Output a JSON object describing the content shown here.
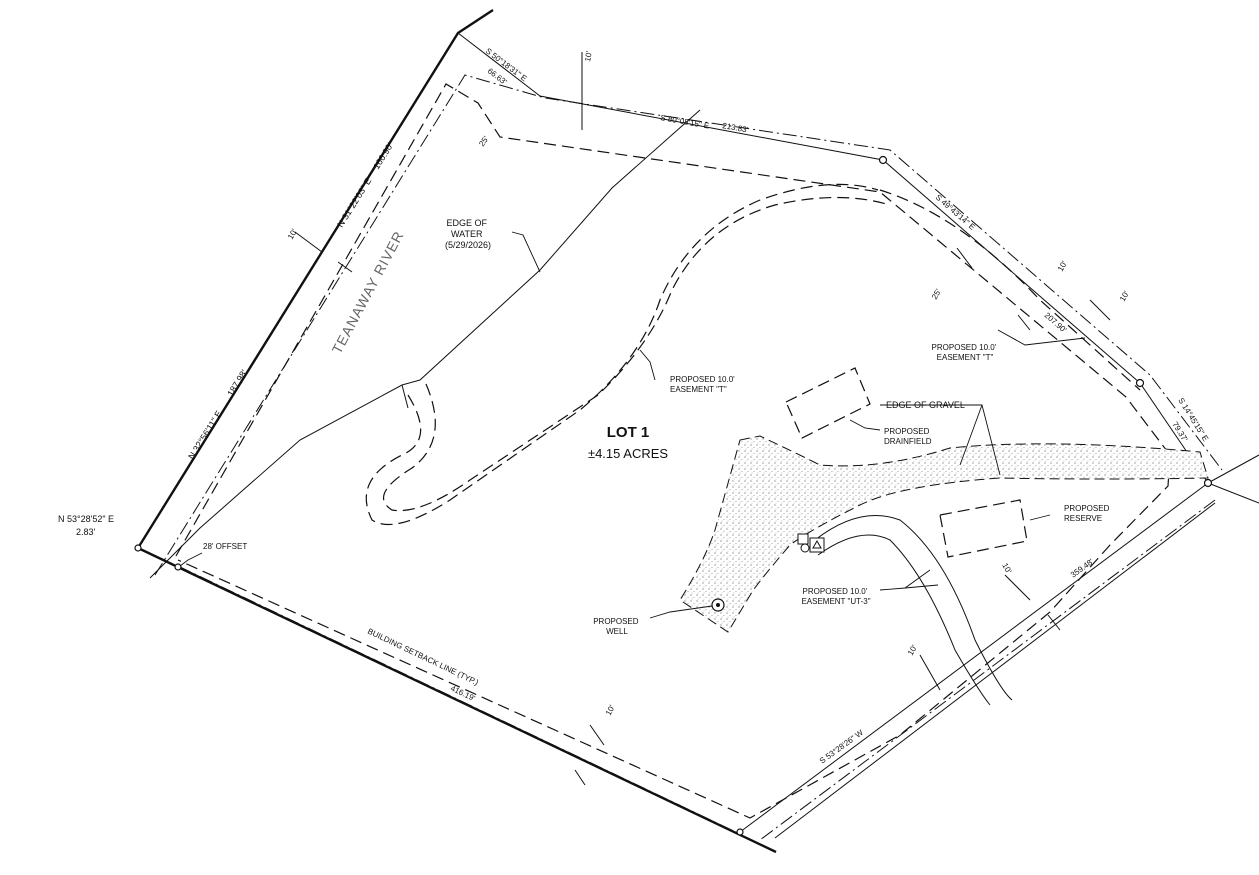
{
  "plat": {
    "lot_title": "LOT 1",
    "lot_area": "±4.15 ACRES",
    "river_name": "TEANAWAY RIVER",
    "edge_of_water": [
      "EDGE OF",
      "WATER",
      "(5/29/2026)"
    ],
    "easement_t_center": [
      "PROPOSED 10.0'",
      "EASEMENT \"T\""
    ],
    "easement_t_right": [
      "PROPOSED 10.0'",
      "EASEMENT \"T\""
    ],
    "easement_ut3": [
      "PROPOSED 10.0'",
      "EASEMENT \"UT-3\""
    ],
    "edge_of_gravel": "EDGE OF GRAVEL",
    "drainfield": [
      "PROPOSED",
      "DRAINFIELD"
    ],
    "reserve": [
      "PROPOSED",
      "RESERVE"
    ],
    "well": [
      "PROPOSED",
      "WELL"
    ],
    "offset_label": "28' OFFSET",
    "tie_bearing": "N 53°28'52\" E",
    "tie_distance": "2.83'",
    "setback_label": "BUILDING SETBACK LINE (TYP.)",
    "courses": {
      "west_upper_bearing": "N 31°22'03\" E",
      "west_upper_dist": "166.90'",
      "west_lower_bearing": "N 32°56'11\" E",
      "west_lower_dist": "187.98'",
      "north_short_bearing": "S 50°18'31\" E",
      "north_short_dist": "66.63'",
      "north_bearing": "S 80°08'15\" E",
      "north_dist": "213.83'",
      "northeast_bearing": "S 49°43'14\" E",
      "northeast_dist": "207.90'",
      "east_bearing": "S 14°45'15\" E",
      "east_dist": "79.37'",
      "southeast_dist": "359.48'",
      "southeast_bearing": "S 53°28'26\" W",
      "south_dist": "416.19'"
    },
    "dims": {
      "d10_top": "10'",
      "d25_top": "25'",
      "d10_west": "10'",
      "d10_ne_a": "10'",
      "d10_ne_b": "10'",
      "d25_ne": "25'",
      "d10_se": "10'",
      "d10_se_b": "10'",
      "d10_south": "10'"
    }
  }
}
